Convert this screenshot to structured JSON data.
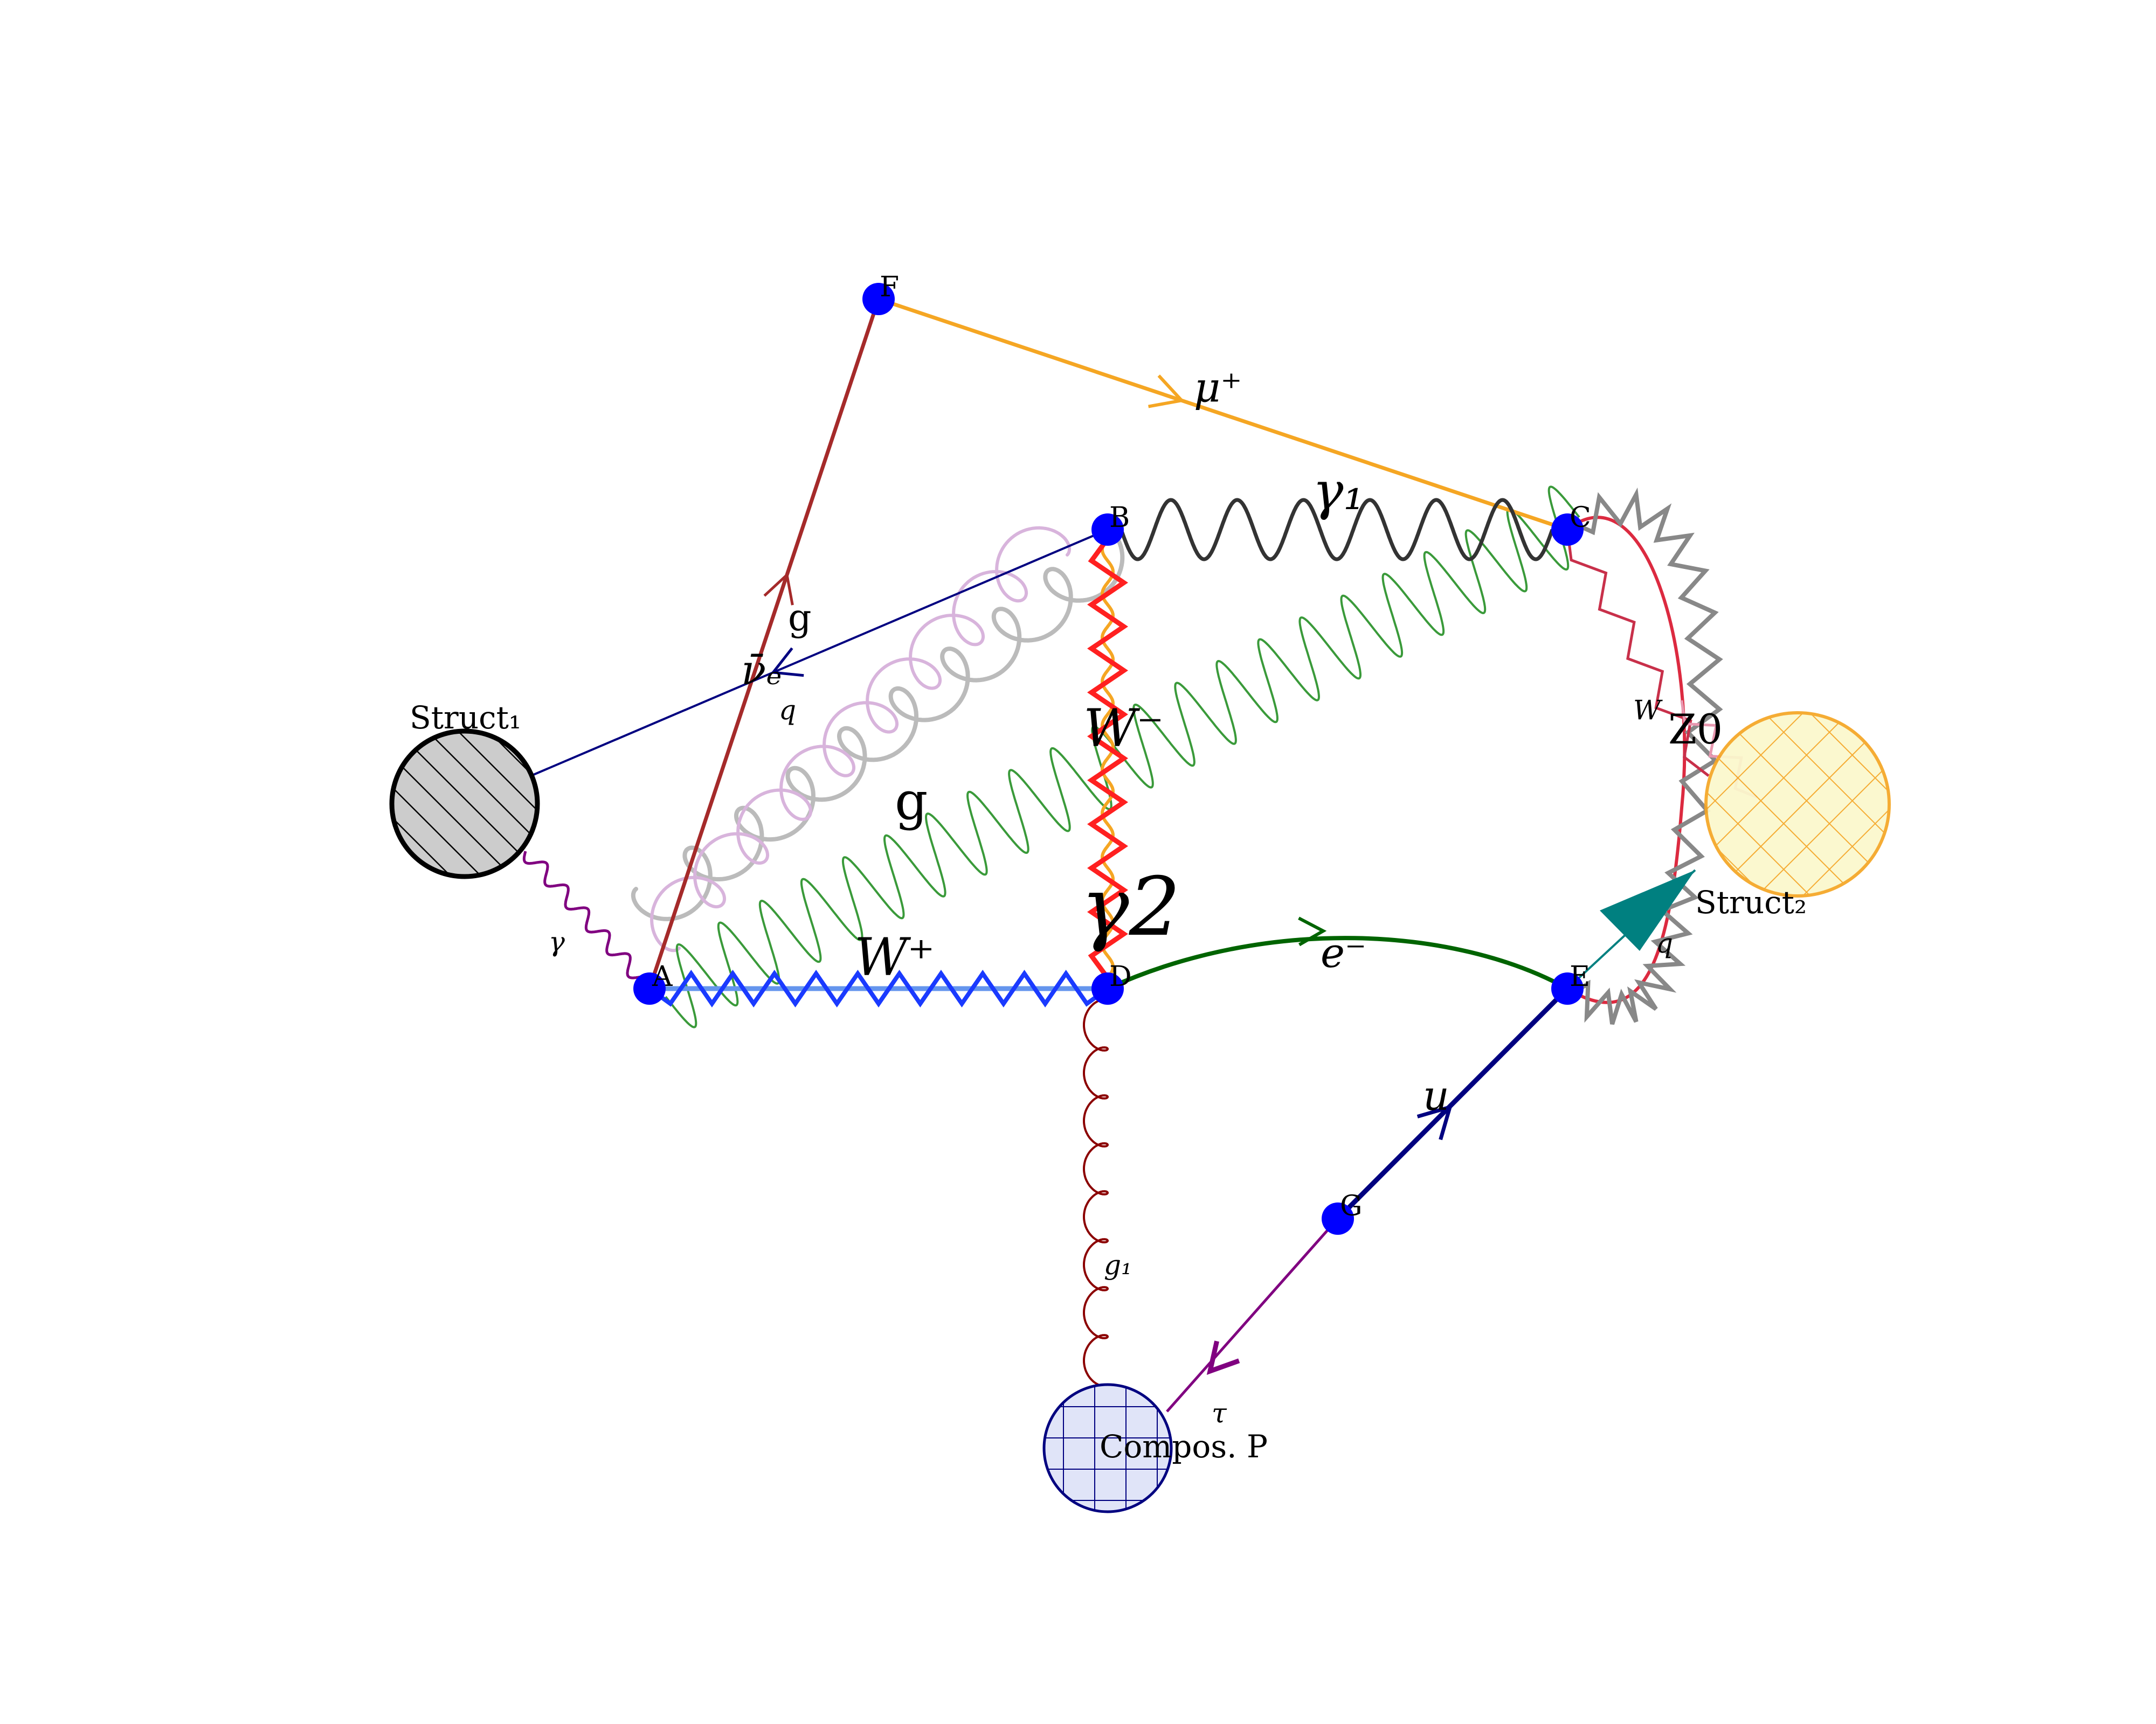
{
  "vertices": {
    "A": "A",
    "B": "B",
    "C": "C",
    "D": "D",
    "E": "E",
    "F": "F",
    "G": "G"
  },
  "blobs": {
    "struct1": {
      "label": "Struct₁",
      "color": "#000000",
      "fill": "#cccccc",
      "pattern": "diagonal-hatch"
    },
    "struct2": {
      "label": "Struct₂",
      "color": "#f5a623",
      "fill": "#fbf8cc",
      "pattern": "crosshatch"
    },
    "compos": {
      "label": "Compos. P",
      "color": "#000080",
      "fill": "#e0e4f8",
      "pattern": "grid"
    }
  },
  "propagators": [
    {
      "id": "F-C",
      "type": "fermion",
      "label": "μ⁺",
      "color": "#f5a623"
    },
    {
      "id": "A-F",
      "type": "fermion",
      "label": "",
      "color": "#a52a2a"
    },
    {
      "id": "B-C",
      "type": "photon",
      "label": "γ₁",
      "color": "#333333"
    },
    {
      "id": "Struct1-B",
      "type": "fermion",
      "label": "ν̄ₑ",
      "color": "#000080"
    },
    {
      "id": "gluon-grey",
      "type": "gluon",
      "label": "g",
      "color": "#bbbbbb"
    },
    {
      "id": "gluon-purple",
      "type": "gluon",
      "label": "q",
      "color": "#d8b4dc"
    },
    {
      "id": "A-C-green",
      "type": "gluon-sine",
      "label": "g",
      "color": "#3a9a3a"
    },
    {
      "id": "B-D-red",
      "type": "boson-zigzag",
      "label": "W⁻",
      "color": "#ff2020"
    },
    {
      "id": "B-D-gamma2",
      "type": "photon",
      "label": "γ2",
      "color": "#f5a623"
    },
    {
      "id": "A-D",
      "type": "boson-zigzag",
      "label": "W⁺",
      "color": "#1a3aff"
    },
    {
      "id": "Struct1-A",
      "type": "photon",
      "label": "γ",
      "color": "#800080"
    },
    {
      "id": "D-E",
      "type": "fermion",
      "label": "e⁻",
      "color": "#006400"
    },
    {
      "id": "C-E-red",
      "type": "fermion-arc",
      "label": "",
      "color": "#dc2a40"
    },
    {
      "id": "C-E-grey",
      "type": "boson-zigzag",
      "label": "",
      "color": "#888888"
    },
    {
      "id": "C-struct2-W",
      "type": "boson-zigzag",
      "label": "W",
      "color": "#c8304a"
    },
    {
      "id": "Z0",
      "type": "boson-zigzag",
      "label": "Z0",
      "color": "#e898b0"
    },
    {
      "id": "E-struct2",
      "type": "scalar",
      "label": "q",
      "color": "#008080"
    },
    {
      "id": "G-E",
      "type": "fermion",
      "label": "u",
      "color": "#000080"
    },
    {
      "id": "G-compos",
      "type": "fermion",
      "label": "τ",
      "color": "#800080"
    },
    {
      "id": "D-compos",
      "type": "gluon-wave",
      "label": "g₁",
      "color": "#8b0000"
    }
  ],
  "vertex_color": "#0000ff"
}
